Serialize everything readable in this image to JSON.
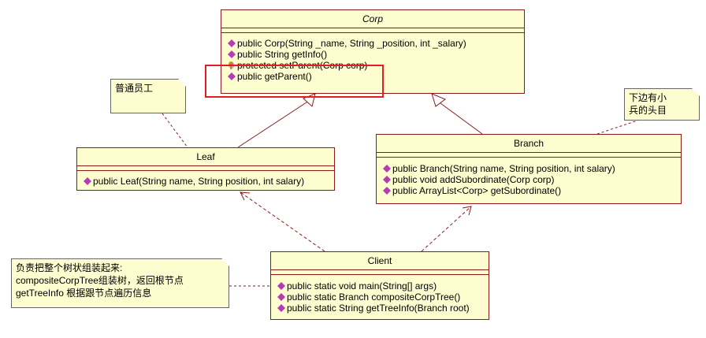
{
  "classes": {
    "corp": {
      "name": "Corp",
      "ops": [
        "public Corp(String _name, String _position, int _salary)",
        "public String getInfo()",
        "protected setParent(Corp corp)",
        "public getParent()"
      ]
    },
    "leaf": {
      "name": "Leaf",
      "ops": [
        "public Leaf(String name, String position, int salary)"
      ]
    },
    "branch": {
      "name": "Branch",
      "ops": [
        "public Branch(String name, String position, int salary)",
        "public void addSubordinate(Corp corp)",
        "public ArrayList<Corp> getSubordinate()"
      ]
    },
    "client": {
      "name": "Client",
      "ops": [
        "public static void main(String[] args)",
        "public static Branch compositeCorpTree()",
        "public static String getTreeInfo(Branch root)"
      ]
    }
  },
  "notes": {
    "leaf_note": "普通员工",
    "branch_note_line1": "下边有小",
    "branch_note_line2": "兵的头目",
    "client_note_line1": "负责把整个树状组装起来:",
    "client_note_line2": "compositeCorpTree组装树，返回根节点",
    "client_note_line3": "getTreeInfo 根据跟节点遍历信息"
  },
  "colors": {
    "class_fill": "#fdfdd0",
    "class_border": "#8b1a1a",
    "method_icon": "#b43cb4",
    "protected_key": "#c8b400",
    "highlight": "#e02020"
  }
}
